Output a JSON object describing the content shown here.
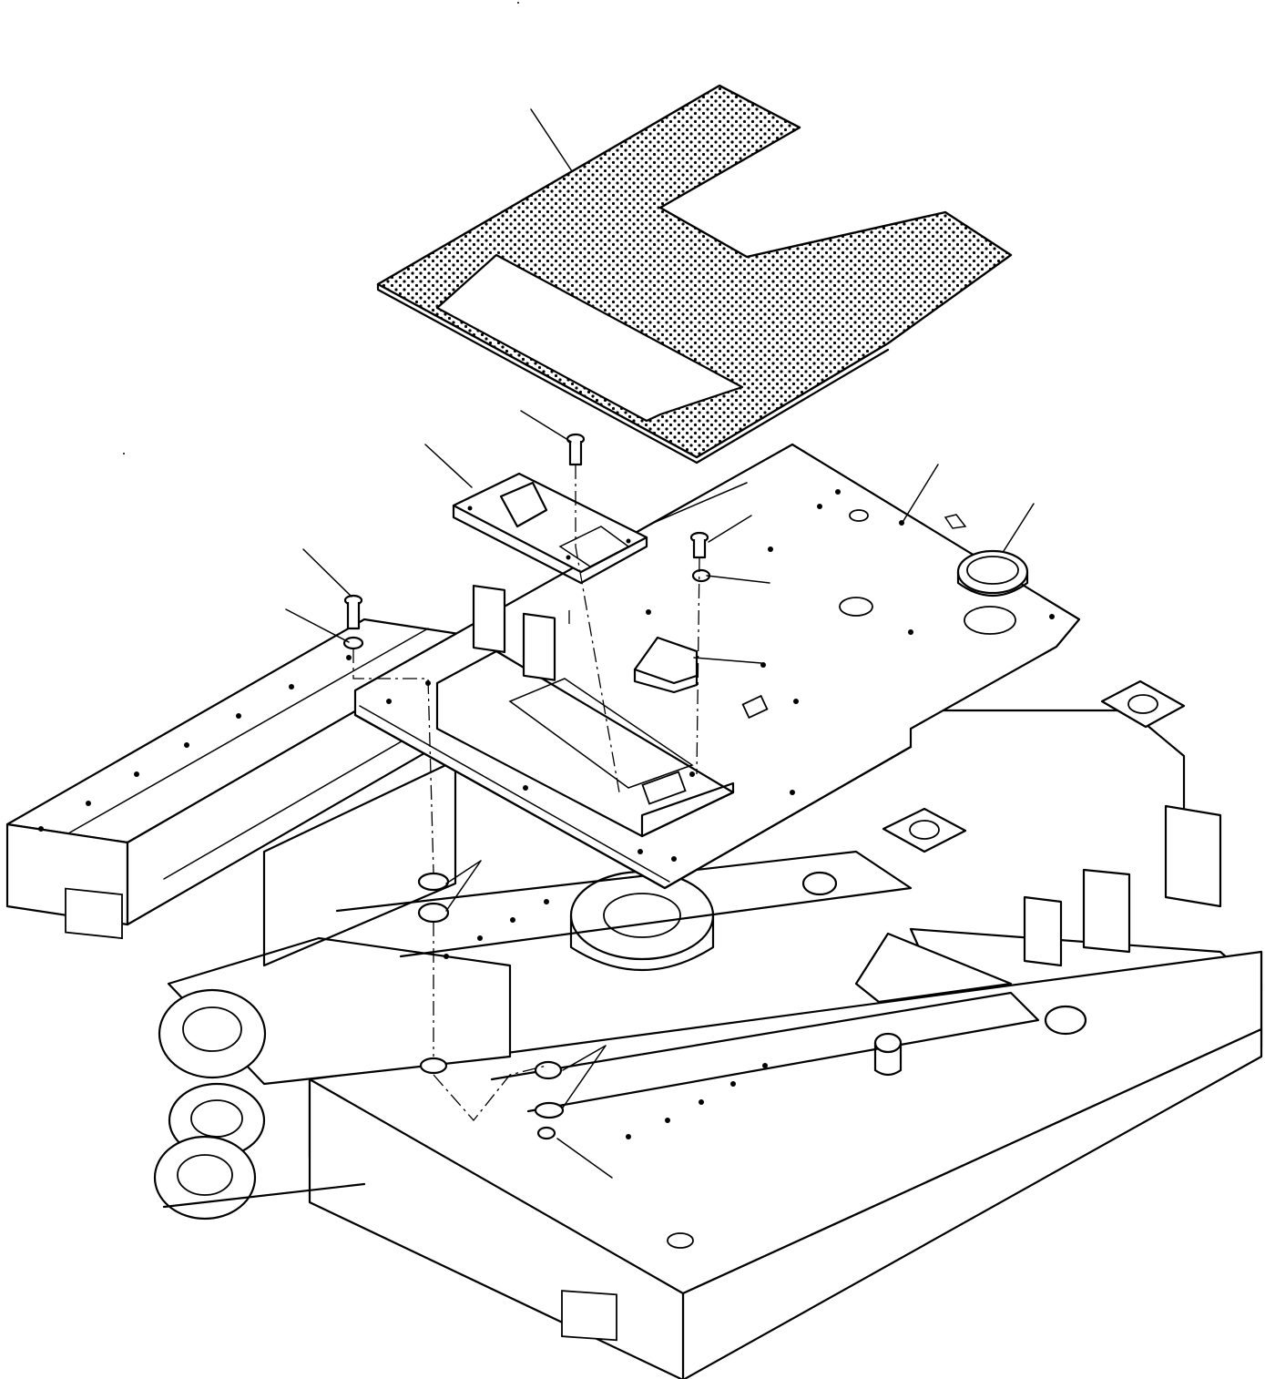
{
  "diagram": {
    "type": "exploded-parts-view",
    "components": [
      "floor-mat",
      "floor-plate",
      "control-bracket",
      "mounting-bolts",
      "washers",
      "boot-ring",
      "rubber-mounts",
      "revolving-frame"
    ],
    "callout_leaders": 12,
    "colors": {
      "line": "#000000",
      "background": "#ffffff"
    }
  }
}
